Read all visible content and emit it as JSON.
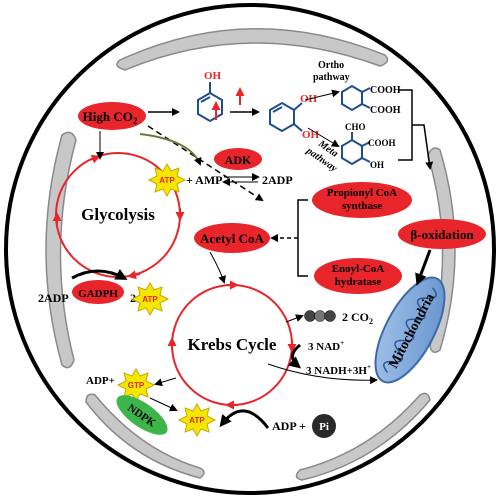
{
  "colors": {
    "enzyme_red": "#e8252a",
    "cycle_red": "#e8252a",
    "arrow_red": "#e8252a",
    "membrane_gray": "#c8c8c8",
    "benzene_blue": "#1f4e8c",
    "ndpk_green": "#3cb54a",
    "mito_blue": "#7fa7d6",
    "atp_yellow": "#f5e600"
  },
  "labels": {
    "high_co2_main": "High CO",
    "high_co2_sub": "2",
    "adk": "ADK",
    "atp_top": "ATP",
    "amp": "+ AMP",
    "two_adp_top": "2ADP",
    "glycolysis": "Glycolysis",
    "acetyl_coa": "Acetyl CoA",
    "ortho_pathway_1": "Ortho",
    "ortho_pathway_2": "pathway",
    "meta_pathway_1": "Meta",
    "meta_pathway_2": "pathway",
    "oh_1": "OH",
    "oh_2": "OH",
    "oh_3": "OH",
    "oh_meta": "OH",
    "cooh_1": "COOH",
    "cooh_2": "COOH",
    "cho": "CHO",
    "cooh_meta": "COOH",
    "propionyl_1": "Propionyl CoA",
    "propionyl_2": "synthase",
    "beta_oxidation": "β-oxidation",
    "enoyl_1": "Enoyl-CoA",
    "enoyl_2": "hydratase",
    "mitochondria": "Mitochondria",
    "gadph": "GADPH",
    "two_adp_left": "2ADP",
    "two_prefix": "2",
    "atp_gadph": "ATP",
    "krebs": "Krebs Cycle",
    "two_co2_main": "2 CO",
    "two_co2_sub": "2",
    "three_nad": "3 NAD",
    "nad_plus": "+",
    "three_nadh": "3 NADH+3H",
    "nadh_plus": "+",
    "adp_plus": "ADP+",
    "gtp": "GTP",
    "ndpk": "NDPK",
    "atp_bottom": "ATP",
    "adp_pi": "ADP +",
    "pi": "Pi"
  }
}
